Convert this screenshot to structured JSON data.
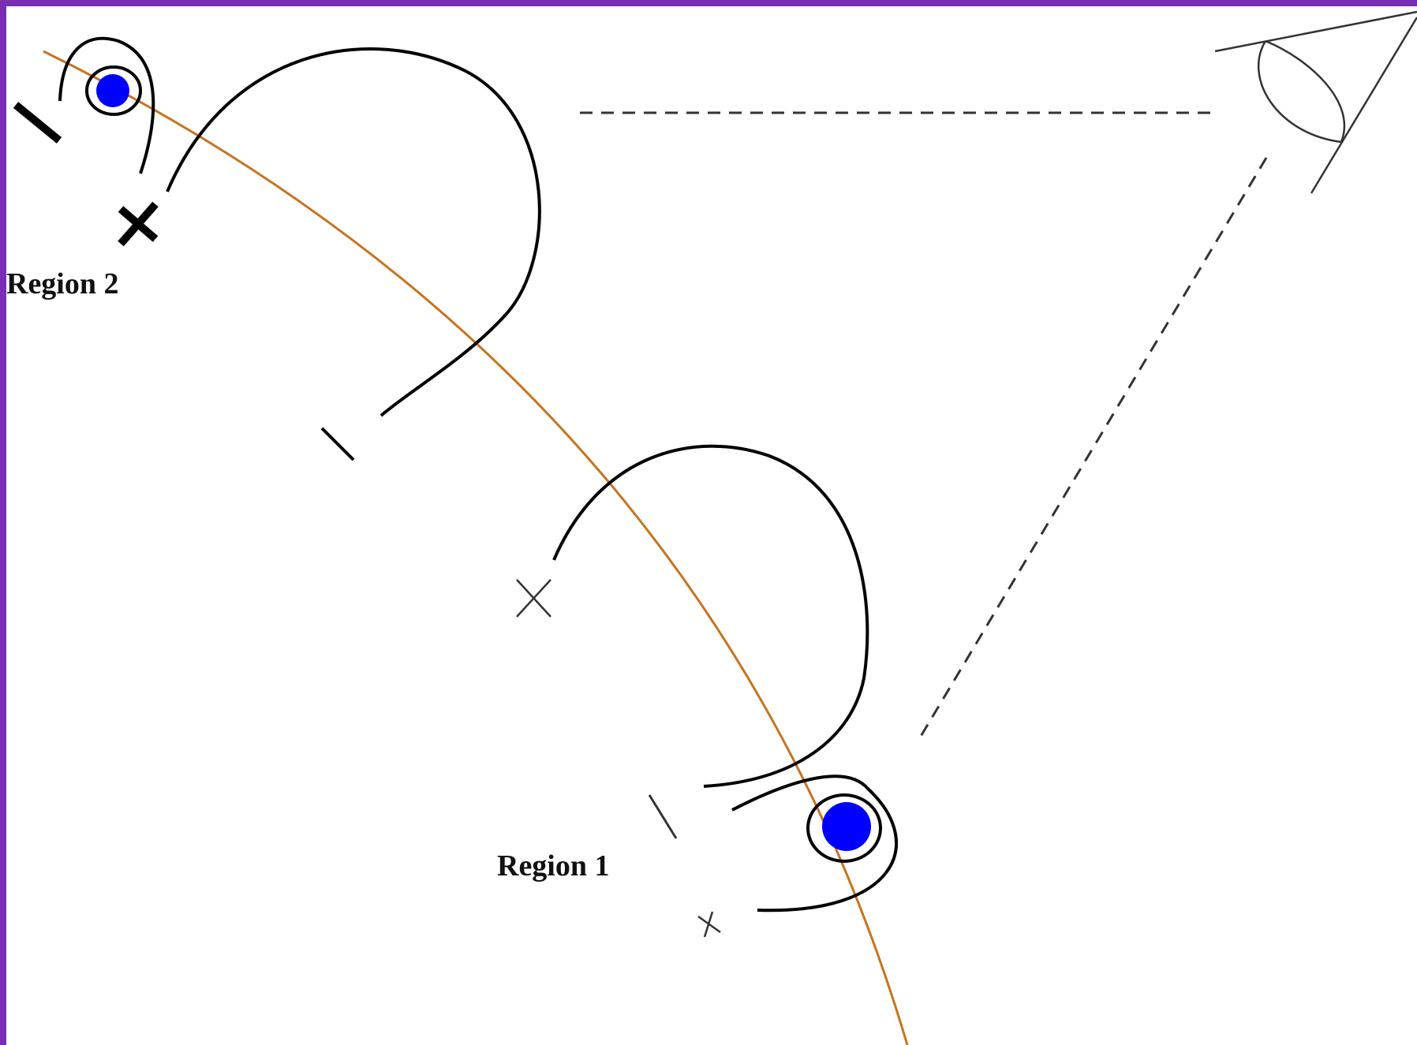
{
  "labels": {
    "region_1": "Region 1",
    "region_2": "Region 2"
  },
  "symbols": {
    "minus": "minus-sign",
    "plus": "plus-sign"
  },
  "colors": {
    "frame_border": "#7a2fb0",
    "background": "#ffffff",
    "orbit_curve": "#c8731e",
    "field_lines": "#000000",
    "footpoints": "#0000ff",
    "sight_lines": "#333333"
  }
}
